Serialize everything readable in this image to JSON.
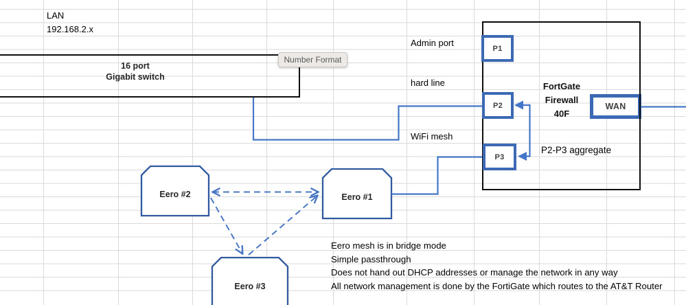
{
  "sheet": {
    "lan": {
      "title": "LAN",
      "subnet": "192.168.2.x"
    },
    "switch": {
      "line1": "16 port",
      "line2": "Gigabit switch"
    },
    "tooltip": {
      "text": "Number Format"
    },
    "labels": {
      "admin_port": "Admin port",
      "hard_line": "hard line",
      "wifi_mesh": "WiFi mesh",
      "aggregate": "P2-P3 aggregate"
    },
    "firewall": {
      "line1": "FortGate",
      "line2": "Firewall",
      "line3": "40F",
      "ports": {
        "p1": "P1",
        "p2": "P2",
        "p3": "P3"
      },
      "wan": "WAN"
    },
    "eero": {
      "e1": "Eero #1",
      "e2": "Eero #2",
      "e3": "Eero #3"
    },
    "notes": [
      "Eero mesh is in bridge mode",
      "Simple passthrough",
      "Does not hand out DHCP addresses or manage the network in any way",
      "All network management is done by the FortiGate which routes to the AT&T Router"
    ],
    "colors": {
      "port_border_blue": "#3c69b3",
      "connector_blue": "#4477c8",
      "dashed_blue": "#4a77c4",
      "eero_outline_blue": "#30599f",
      "grid_gray": "#dadada",
      "shape_black": "#0d0d0d",
      "tooltip_bg": "#ece9e6"
    }
  }
}
